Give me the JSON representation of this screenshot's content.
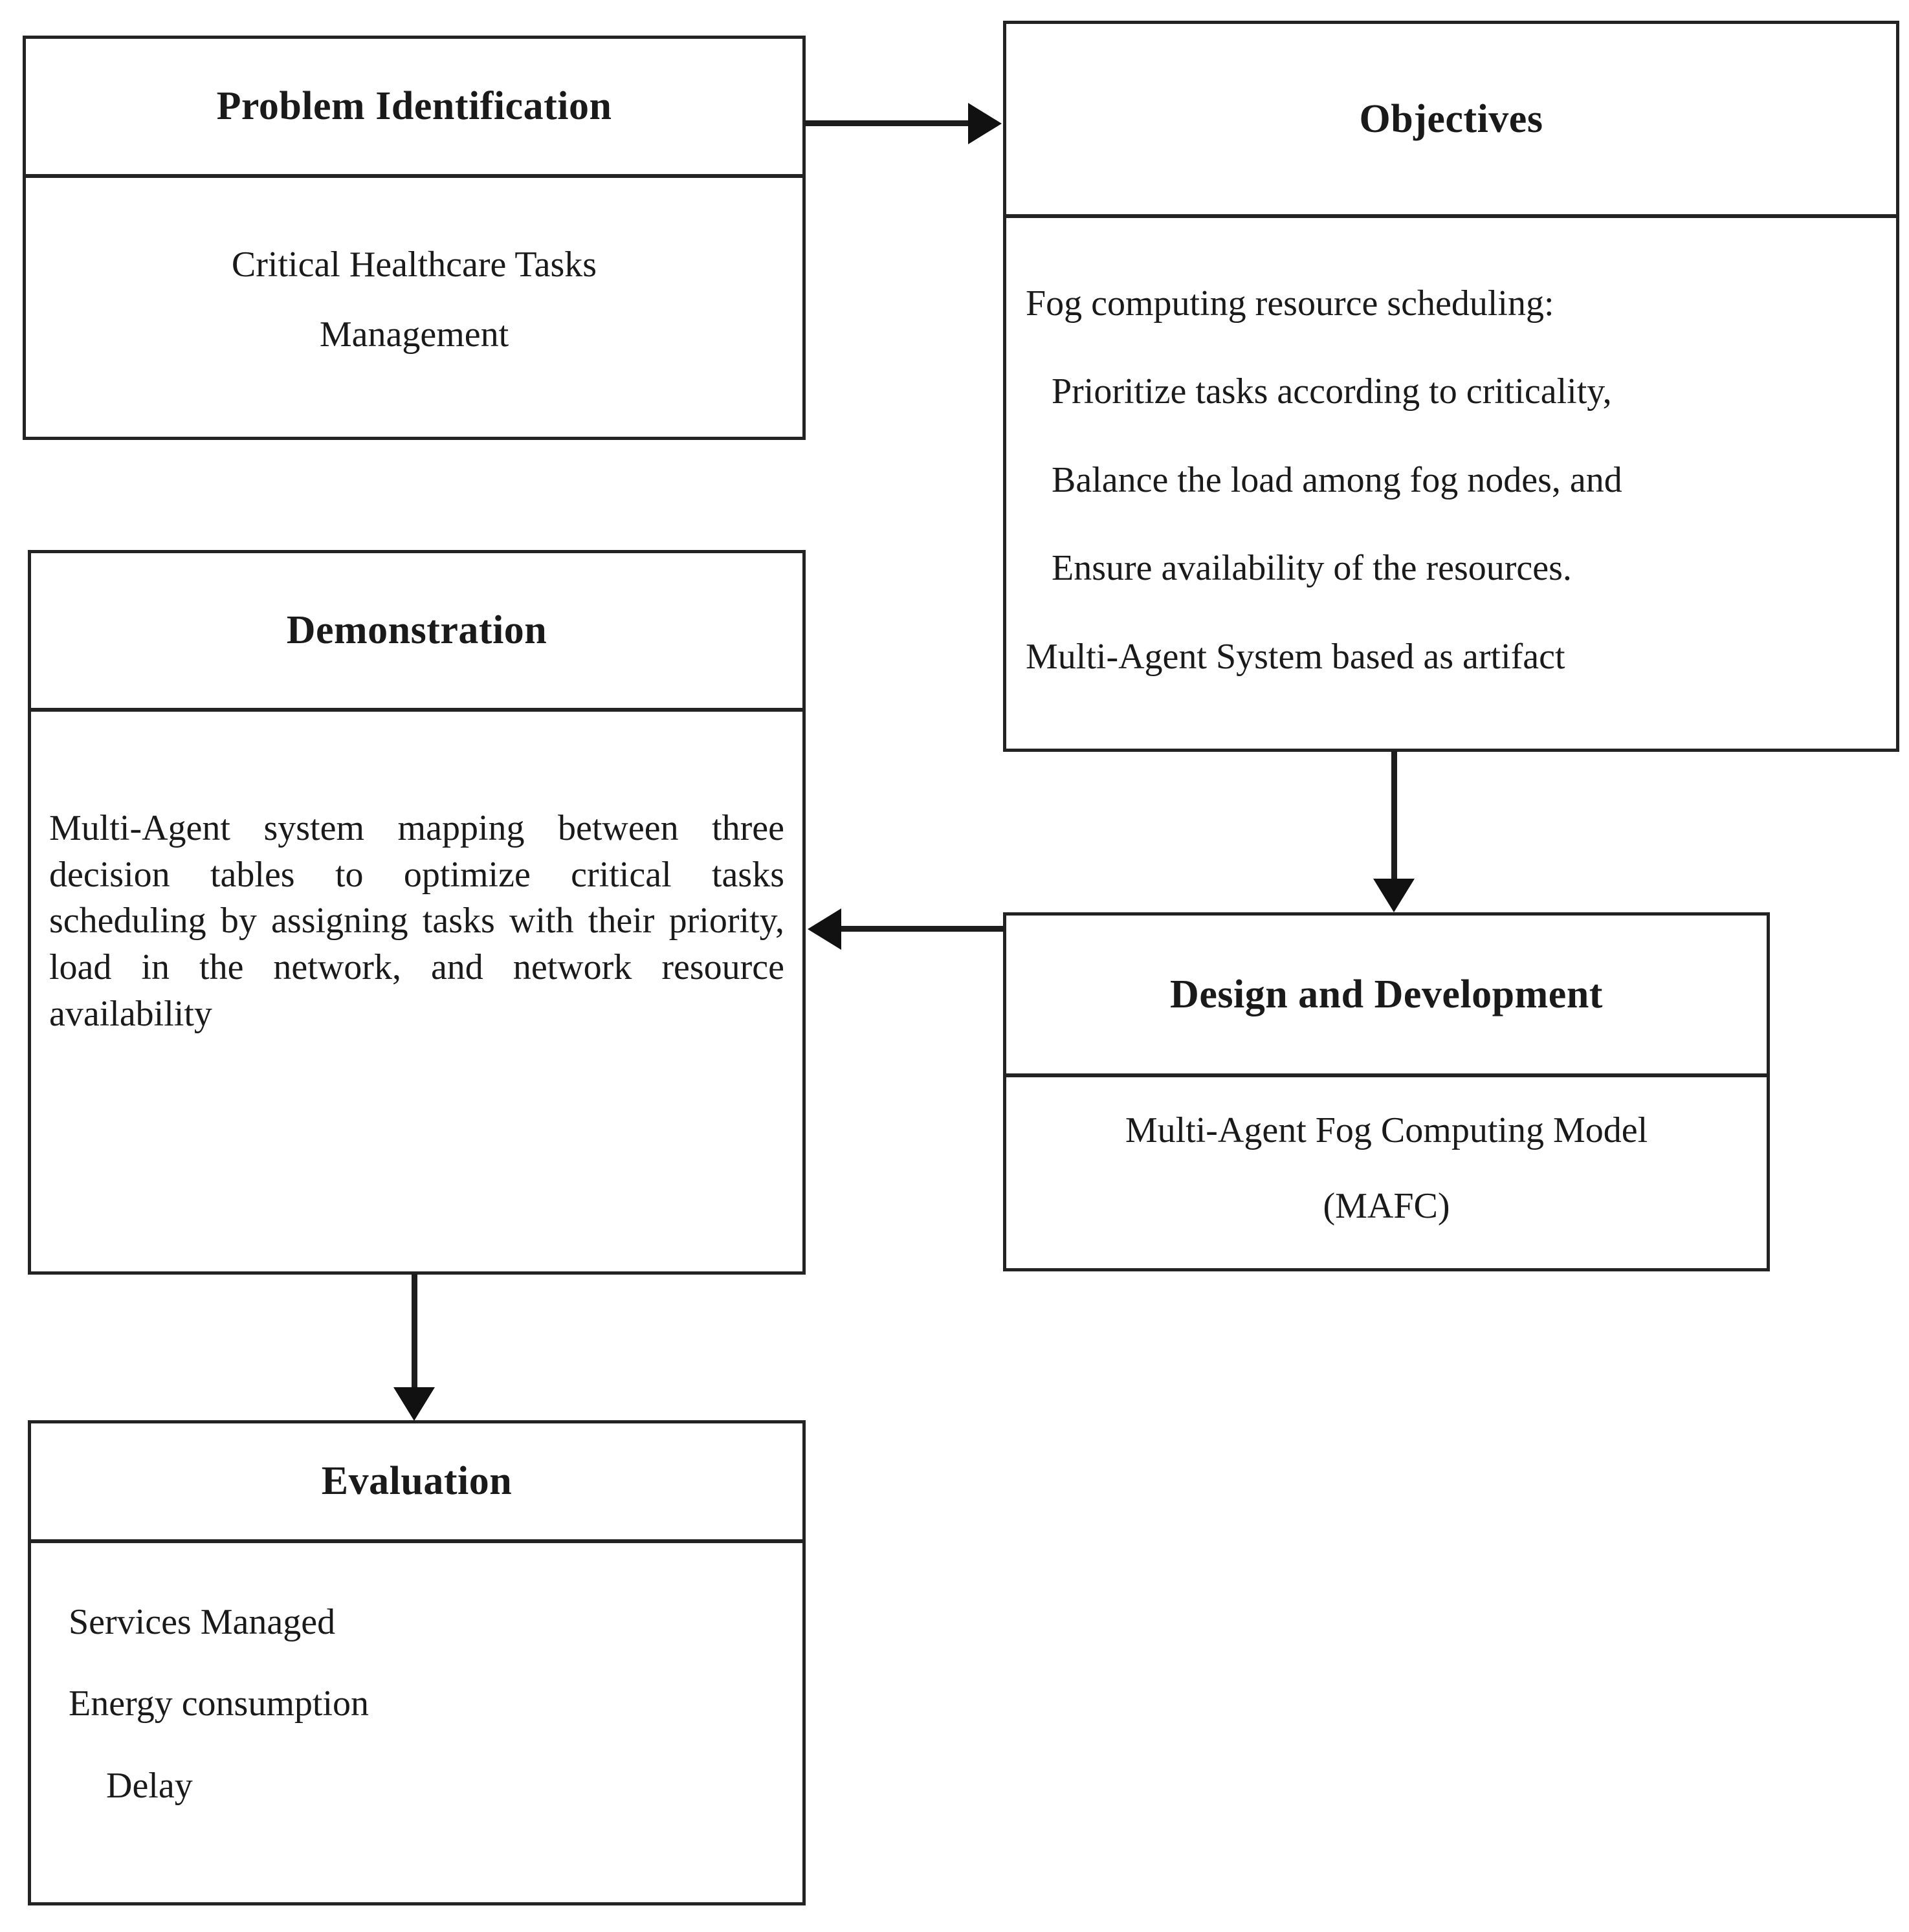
{
  "diagram": {
    "type": "design-science-research-process-flowchart",
    "nodes": [
      {
        "id": "problem-identification",
        "title": "Problem Identification",
        "lines": [
          "Critical Healthcare Tasks",
          "Management"
        ]
      },
      {
        "id": "objectives",
        "title": "Objectives",
        "lines": [
          "Fog computing resource scheduling:",
          "Prioritize tasks according to criticality,",
          "Balance the load among fog nodes, and",
          "Ensure availability of the resources.",
          "Multi-Agent System based as artifact"
        ]
      },
      {
        "id": "demonstration",
        "title": "Demonstration",
        "paragraph": "Multi-Agent system mapping between three decision tables to optimize critical tasks scheduling by assigning tasks with their priority, load in the network, and network resource availability"
      },
      {
        "id": "design-and-development",
        "title": "Design and Development",
        "lines": [
          "Multi-Agent Fog Computing Model",
          "(MAFC)"
        ]
      },
      {
        "id": "evaluation",
        "title": "Evaluation",
        "lines": [
          "Services Managed",
          "Energy consumption",
          "Delay"
        ]
      }
    ],
    "edges": [
      {
        "id": "problem-to-objectives",
        "from": "problem-identification",
        "to": "objectives",
        "direction": "right"
      },
      {
        "id": "objectives-to-design",
        "from": "objectives",
        "to": "design-and-development",
        "direction": "down"
      },
      {
        "id": "design-to-demonstration",
        "from": "design-and-development",
        "to": "demonstration",
        "direction": "left"
      },
      {
        "id": "demonstration-to-evaluation",
        "from": "demonstration",
        "to": "evaluation",
        "direction": "down"
      }
    ],
    "colors": {
      "stroke": "#232323",
      "text": "#1a1a1a",
      "background": "#ffffff"
    }
  }
}
